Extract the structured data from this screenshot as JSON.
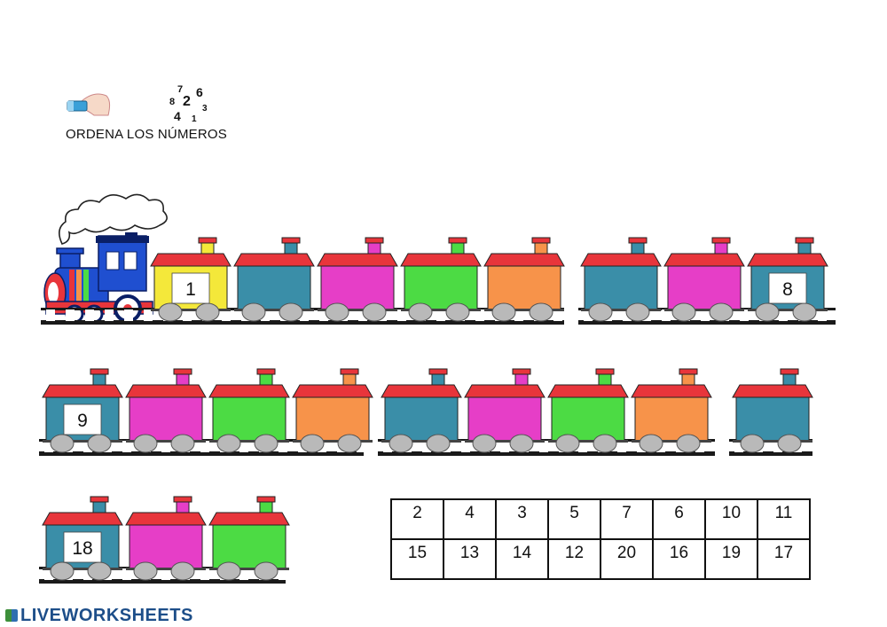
{
  "instruction": "ORDENA LOS NÚMEROS",
  "scattered_digits": [
    "8",
    "7",
    "2",
    "6",
    "3",
    "4",
    "1"
  ],
  "logo": "LIVEWORKSHEETS",
  "colors": {
    "roof": "#e8353b",
    "teal": "#3a8ea8",
    "magenta": "#e63ec7",
    "green": "#4cdb44",
    "orange": "#f7934a",
    "yellow": "#f4e83a",
    "wheel": "#b9b9b9",
    "track": "#1a1a1a",
    "engine_blue": "#1f4fd0"
  },
  "trains": [
    {
      "row": 1,
      "cars": [
        {
          "color": "yellow",
          "label": "1"
        },
        {
          "color": "teal",
          "label": ""
        },
        {
          "color": "magenta",
          "label": ""
        },
        {
          "color": "green",
          "label": ""
        },
        {
          "color": "orange",
          "label": ""
        }
      ]
    },
    {
      "row": 1,
      "cars": [
        {
          "color": "teal",
          "label": ""
        },
        {
          "color": "magenta",
          "label": ""
        },
        {
          "color": "teal",
          "label": "8"
        }
      ]
    },
    {
      "row": 2,
      "cars": [
        {
          "color": "teal",
          "label": "9"
        },
        {
          "color": "magenta",
          "label": ""
        },
        {
          "color": "green",
          "label": ""
        },
        {
          "color": "orange",
          "label": ""
        }
      ]
    },
    {
      "row": 2,
      "cars": [
        {
          "color": "teal",
          "label": ""
        },
        {
          "color": "magenta",
          "label": ""
        },
        {
          "color": "green",
          "label": ""
        },
        {
          "color": "orange",
          "label": ""
        }
      ]
    },
    {
      "row": 2,
      "cars": [
        {
          "color": "teal",
          "label": ""
        }
      ]
    },
    {
      "row": 3,
      "cars": [
        {
          "color": "teal",
          "label": "18"
        },
        {
          "color": "magenta",
          "label": ""
        },
        {
          "color": "green",
          "label": ""
        }
      ]
    }
  ],
  "number_grid": [
    [
      "2",
      "4",
      "3",
      "5",
      "7",
      "6",
      "10",
      "11"
    ],
    [
      "15",
      "13",
      "14",
      "12",
      "20",
      "16",
      "19",
      "17"
    ]
  ]
}
